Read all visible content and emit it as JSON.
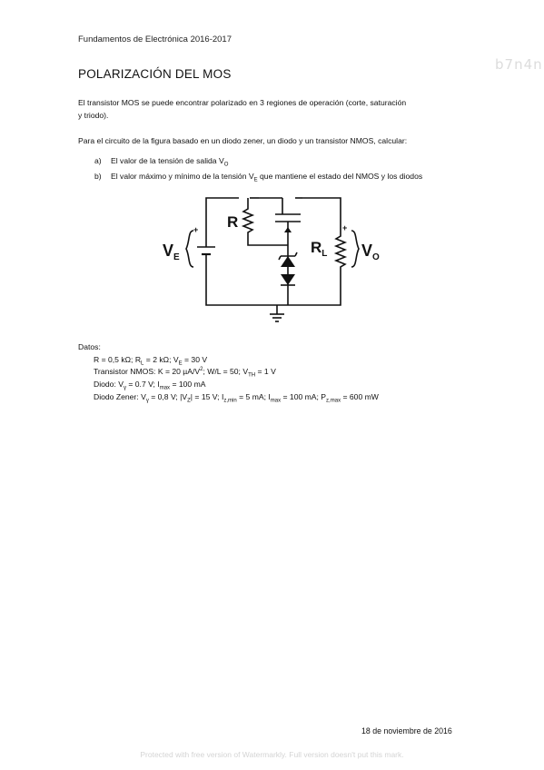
{
  "header": {
    "course": "Fundamentos de Electrónica 2016-2017"
  },
  "watermark_top": "b7n4n",
  "title": "POLARIZACIÓN DEL MOS",
  "intro": {
    "line1": "El transistor MOS se puede encontrar polarizado en 3 regiones de operación (corte, saturación",
    "line2": "y triodo)."
  },
  "task": "Para el circuito de la figura basado en un diodo zener, un diodo y un transistor NMOS, calcular:",
  "questions": [
    {
      "marker": "a)",
      "text": "El valor de la tensión de salida V",
      "sub": "O",
      "tail": ""
    },
    {
      "marker": "b)",
      "text": "El valor máximo y mínimo de la tensión V",
      "sub": "E",
      "tail": " que mantiene el estado del NMOS y los diodos"
    }
  ],
  "circuit": {
    "label_r": "R",
    "label_ve": "V",
    "label_ve_sub": "E",
    "label_rl": "R",
    "label_rl_sub": "L",
    "label_vo": "V",
    "label_vo_sub": "O",
    "plus": "+"
  },
  "datos": {
    "heading": "Datos:",
    "line1": "R = 0,5 kΩ; R",
    "line1_sub": "L",
    "line1_mid": " = 2 kΩ; V",
    "line1_sub2": "E",
    "line1_end": " = 30 V",
    "line2": "Transistor NMOS: K = 20 µA/V",
    "line2_sup": "2",
    "line2_mid": "; W/L = 50; V",
    "line2_sub": "TH",
    "line2_end": " = 1 V",
    "line3": "Diodo: V",
    "line3_sub": "γ",
    "line3_mid": " = 0.7 V; I",
    "line3_sub2": "max",
    "line3_end": " = 100 mA",
    "line4_a": "Diodo Zener: V",
    "line4_sub1": "γ",
    "line4_b": " = 0,8 V; |V",
    "line4_sub2": "Z",
    "line4_c": "| = 15 V; I",
    "line4_sub3": "z,min",
    "line4_d": " = 5 mA; I",
    "line4_sub4": "max",
    "line4_e": " = 100 mA; P",
    "line4_sub5": "z,max",
    "line4_f": " = 600 mW"
  },
  "footer": {
    "date": "18 de noviembre de 2016"
  },
  "watermark_bottom": "Protected with free version of Watermarkly. Full version doesn't put this mark."
}
